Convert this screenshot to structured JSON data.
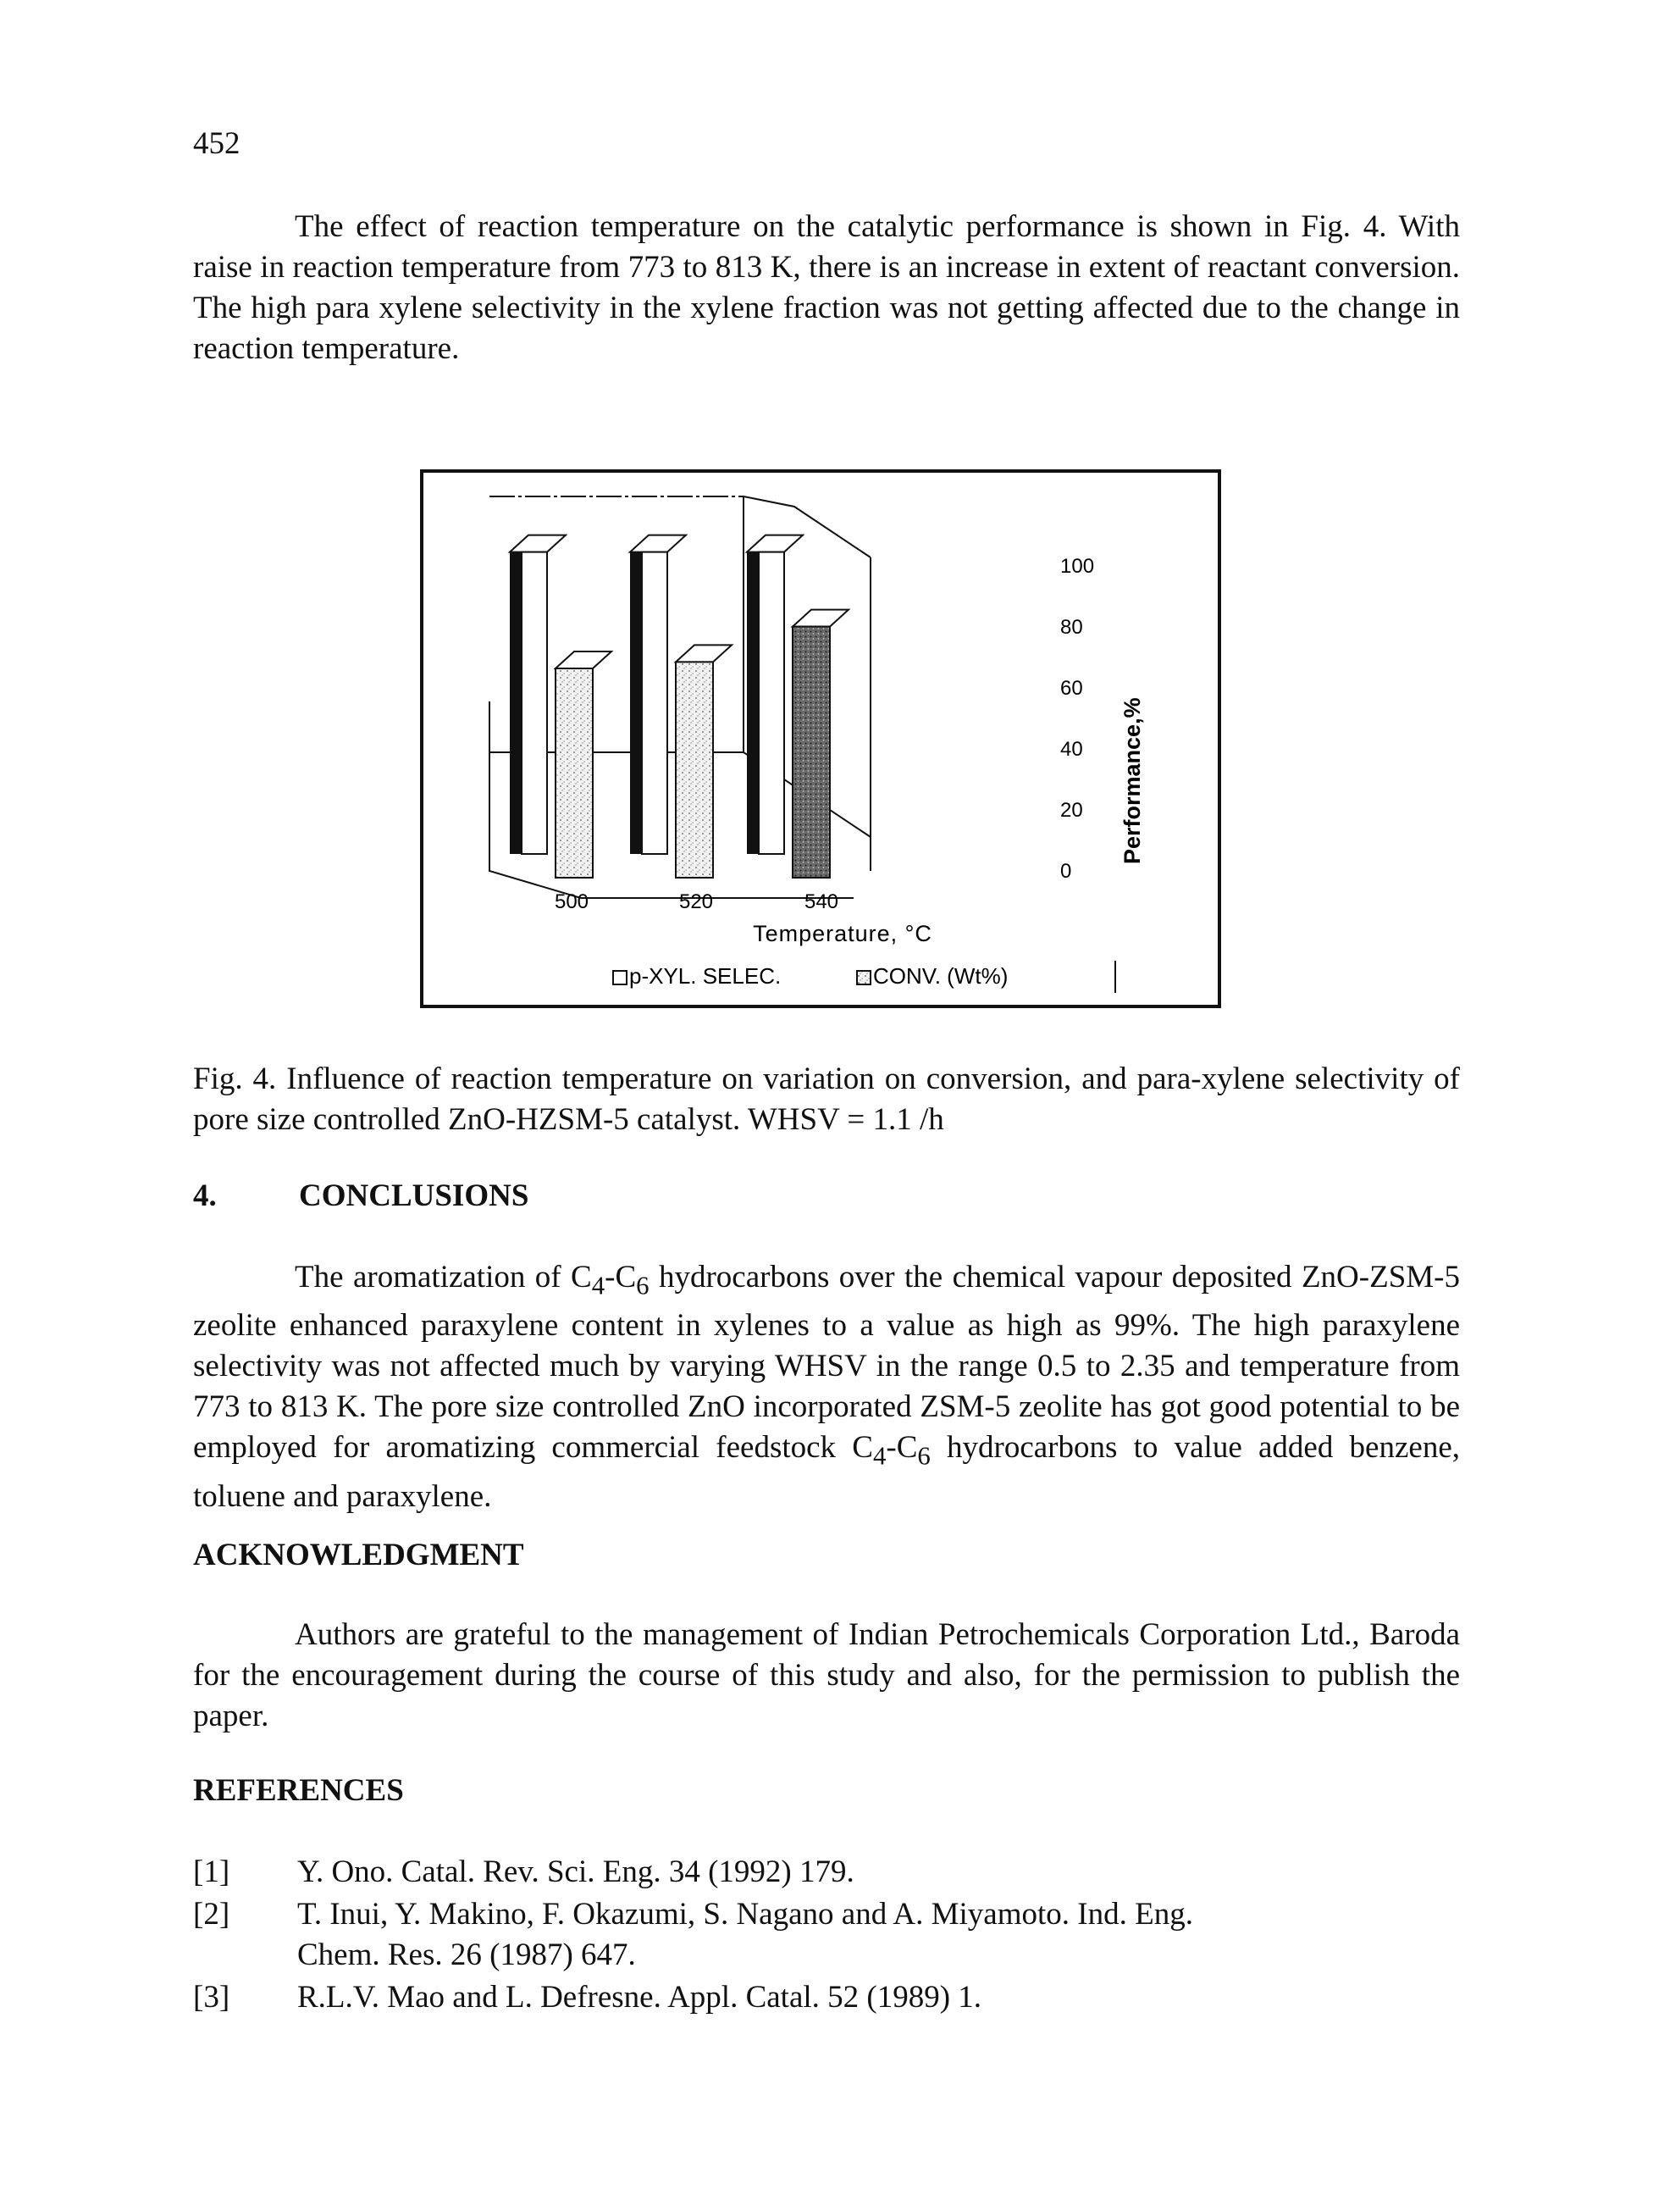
{
  "page_number": "452",
  "intro_paragraph": "The effect of reaction temperature on the catalytic performance is shown in  Fig. 4. With raise in reaction temperature from 773 to 813 K, there is an increase in extent of reactant conversion. The high para xylene selectivity in the xylene fraction was not getting affected due to the change in reaction temperature.",
  "chart_data": {
    "type": "bar",
    "style": "3d-clustered",
    "categories": [
      "500",
      "520",
      "540"
    ],
    "xlabel": "Temperature, °C",
    "ylabel": "Performance,%",
    "ylim": [
      0,
      100
    ],
    "yticks": [
      "0",
      "20",
      "40",
      "60",
      "80",
      "100"
    ],
    "legend_position": "bottom",
    "series": [
      {
        "name": "p-XYL. SELEC.",
        "values": [
          99,
          99,
          99
        ],
        "fill": "#ffffff"
      },
      {
        "name": "CONV. (Wt%)",
        "values": [
          65,
          67,
          78
        ],
        "fill": "#8a8a8a"
      }
    ]
  },
  "caption": "Fig. 4.  Influence of reaction temperature on variation on conversion, and para-xylene selectivity of pore size controlled ZnO-HZSM-5 catalyst.  WHSV = 1.1 /h",
  "conclusions": {
    "number": "4.",
    "title": "CONCLUSIONS",
    "text_1": "The aromatization of C",
    "sub_1": "4",
    "text_2": "-C",
    "sub_2": "6",
    "text_3": " hydrocarbons over the chemical vapour deposited ZnO-ZSM-5 zeolite enhanced paraxylene content in xylenes to a value as high as 99%. The high paraxylene selectivity was not affected much by varying WHSV in the range  0.5 to 2.35 and temperature from 773 to 813 K.  The pore size controlled ZnO incorporated ZSM-5 zeolite has got good potential to be employed for aromatizing commercial feedstock C",
    "sub_3": "4",
    "text_4": "-C",
    "sub_4": "6",
    "text_5": " hydrocarbons to value added benzene, toluene and paraxylene."
  },
  "acknowledgment": {
    "title": "ACKNOWLEDGMENT",
    "text": "Authors are grateful to the management of Indian Petrochemicals Corporation Ltd., Baroda for the encouragement during the course of this study and also, for the permission to publish the paper."
  },
  "references": {
    "title": "REFERENCES",
    "items": [
      {
        "tag": "[1]",
        "text": "Y. Ono.   Catal. Rev. Sci. Eng. 34 (1992) 179."
      },
      {
        "tag": "[2]",
        "text": "T. Inui, Y. Makino, F. Okazumi, S. Nagano and A. Miyamoto.   Ind. Eng. Chem. Res. 26 (1987) 647."
      },
      {
        "tag": "[3]",
        "text": "R.L.V. Mao and L. Defresne.  Appl. Catal. 52 (1989) 1."
      }
    ]
  }
}
